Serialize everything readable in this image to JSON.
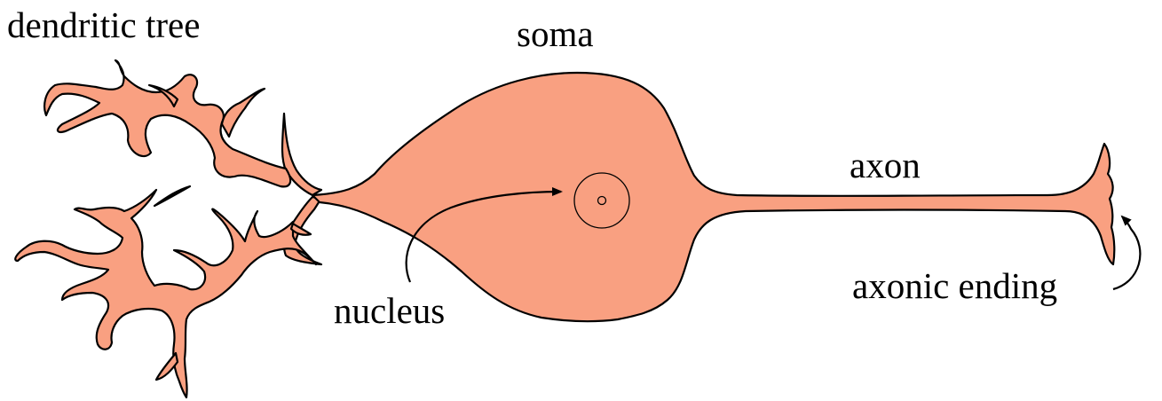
{
  "labels": {
    "dendritic_tree": "dendritic tree",
    "soma": "soma",
    "axon": "axon",
    "nucleus": "nucleus",
    "axonic_ending": "axonic ending"
  },
  "colors": {
    "cell_fill": "#f9a081",
    "outline": "#000000",
    "background": "#ffffff"
  }
}
